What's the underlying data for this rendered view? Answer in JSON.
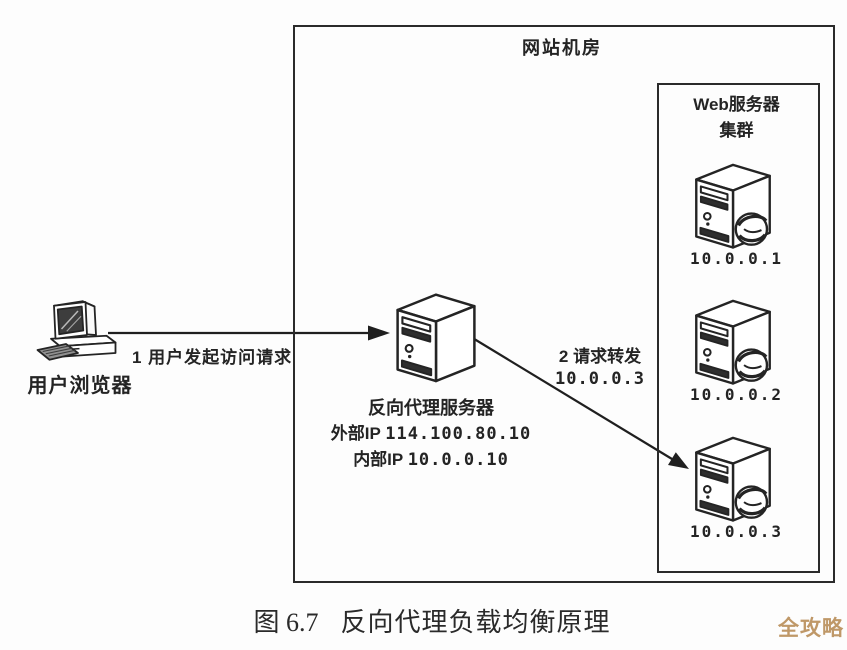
{
  "figure": {
    "datacenter": {
      "label": "网站机房"
    },
    "cluster": {
      "title_line1": "Web服务器",
      "title_line2": "集群",
      "servers": [
        {
          "ip": "10.0.0.1"
        },
        {
          "ip": "10.0.0.2"
        },
        {
          "ip": "10.0.0.3"
        }
      ]
    },
    "proxy": {
      "name": "反向代理服务器",
      "external_ip_label": "外部IP",
      "external_ip_value": "114.100.80.10",
      "internal_ip_label": "内部IP",
      "internal_ip_value": "10.0.0.10"
    },
    "client": {
      "label": "用户浏览器"
    },
    "flows": {
      "request_label": "1 用户发起访问请求",
      "forward_label": "2 请求转发",
      "forward_target_ip": "10.0.0.3"
    }
  },
  "caption": {
    "number": "图 6.7",
    "title": "反向代理负载均衡原理"
  },
  "watermark": {
    "text": "全攻略",
    "color": "#bf9868"
  },
  "colors": {
    "outline": "#242424",
    "box_border": "#2b2b2b",
    "watermark": "#bf9868"
  }
}
